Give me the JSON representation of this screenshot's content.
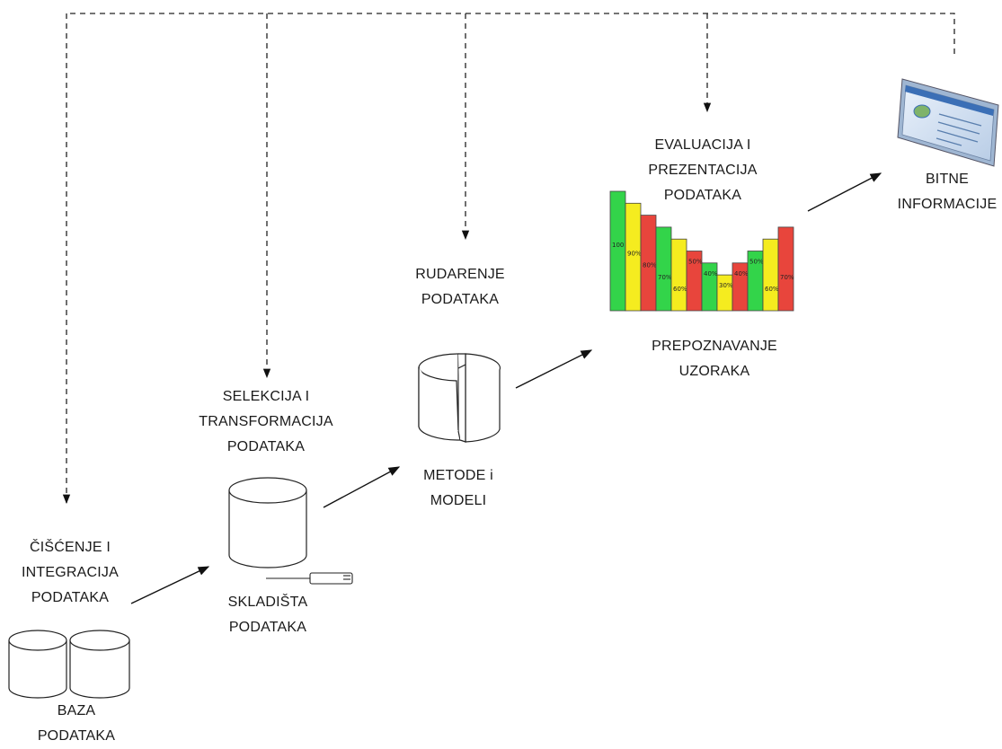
{
  "stages": {
    "ciscenje": {
      "lines": [
        "ČIŠĆENJE I",
        "INTEGRACIJA",
        "PODATAKA"
      ]
    },
    "baza": {
      "lines": [
        "BAZA",
        "PODATAKA"
      ]
    },
    "selekcija": {
      "lines": [
        "SELEKCIJA I",
        "TRANSFORMACIJA",
        "PODATAKA"
      ]
    },
    "skladista": {
      "lines": [
        "SKLADIŠTA",
        "PODATAKA"
      ]
    },
    "rudarenje": {
      "lines": [
        "RUDARENJE",
        "PODATAKA"
      ]
    },
    "metode": {
      "lines": [
        "METODE i",
        "MODELI"
      ]
    },
    "evaluacija": {
      "lines": [
        "EVALUACIJA I",
        "PREZENTACIJA",
        "PODATAKA"
      ]
    },
    "prepoznavanje": {
      "lines": [
        "PREPOZNAVANJE",
        "UZORAKA"
      ]
    },
    "bitne": {
      "lines": [
        "BITNE",
        "INFORMACIJE"
      ]
    }
  },
  "pattern_chart": {
    "bars": [
      {
        "value": 100,
        "label": "100 %",
        "color": "#e8453c"
      },
      {
        "value": 90,
        "label": "90%",
        "color": "#f5ec1f"
      },
      {
        "value": 80,
        "label": "80%",
        "color": "#e8453c"
      },
      {
        "value": 70,
        "label": "70%",
        "color": "#33d44a"
      },
      {
        "value": 60,
        "label": "60%",
        "color": "#f5ec1f"
      },
      {
        "value": 50,
        "label": "50%",
        "color": "#e8453c"
      },
      {
        "value": 40,
        "label": "40%",
        "color": "#33d44a"
      },
      {
        "value": 30,
        "label": "30%",
        "color": "#f5ec1f"
      },
      {
        "value": 40,
        "label": "40%",
        "color": "#e8453c"
      },
      {
        "value": 50,
        "label": "50%",
        "color": "#33d44a"
      },
      {
        "value": 60,
        "label": "60%",
        "color": "#f5ec1f"
      },
      {
        "value": 70,
        "label": "70%",
        "color": "#e8453c"
      }
    ]
  }
}
